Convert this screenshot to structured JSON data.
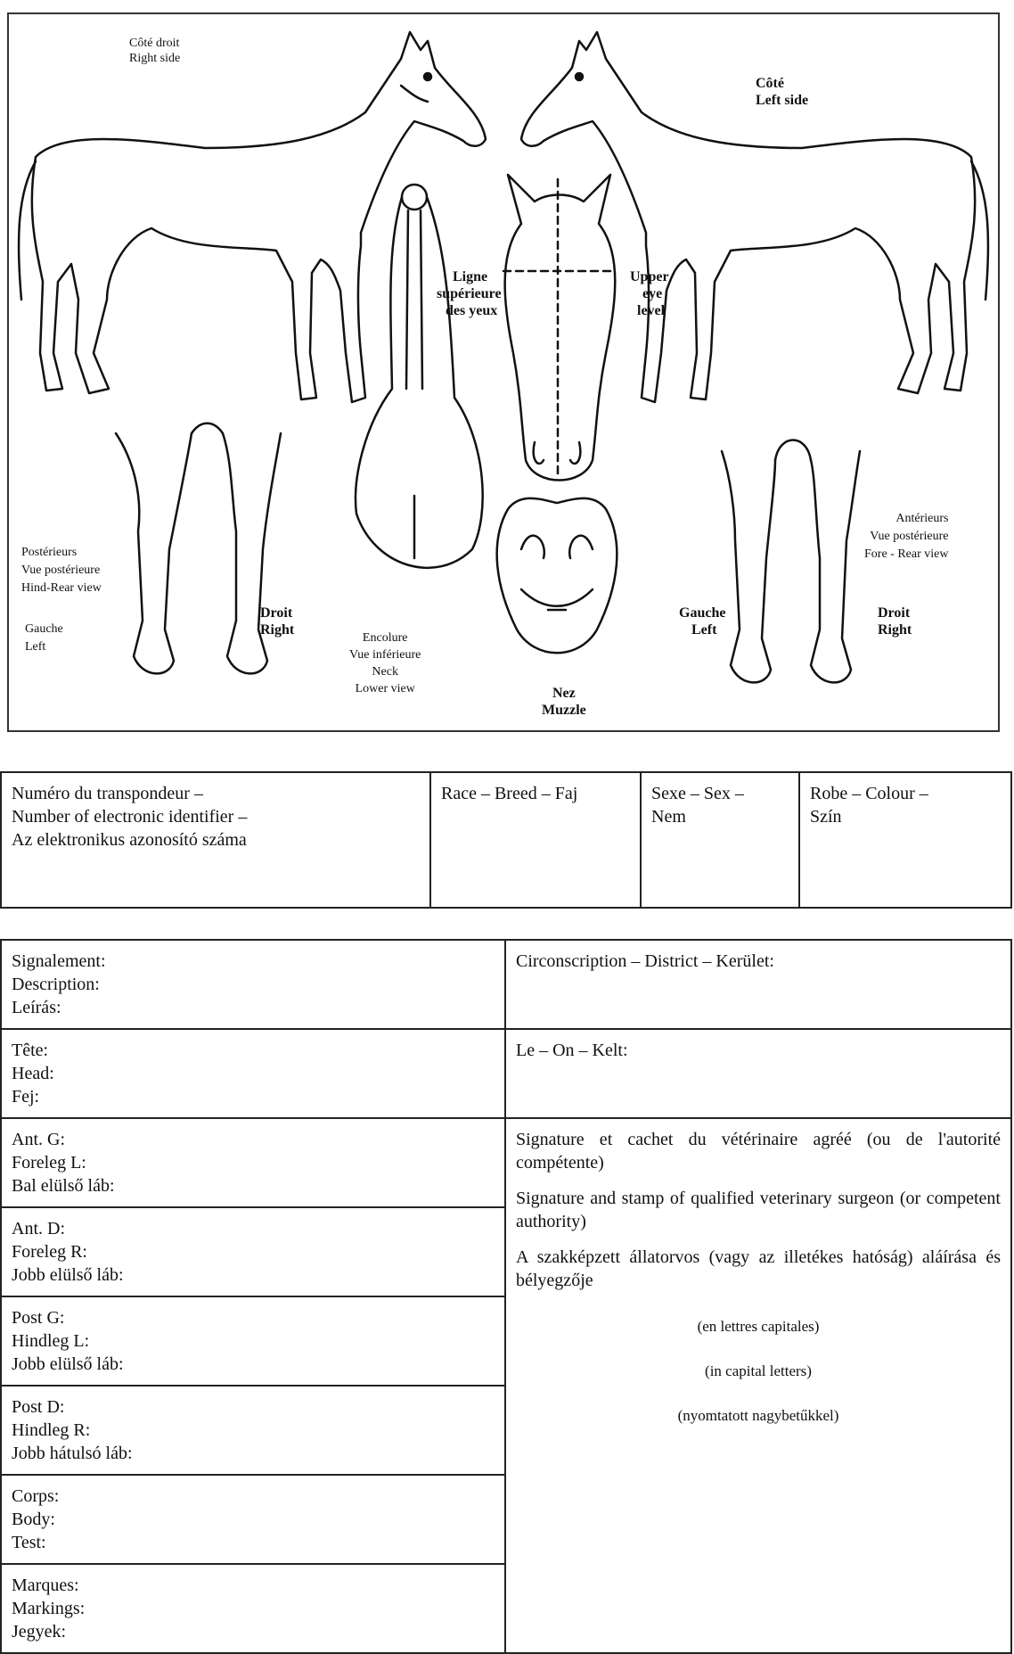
{
  "diagram": {
    "right_side": [
      "Côté droit",
      "Right side"
    ],
    "left_side": [
      "Côté",
      "Left side"
    ],
    "eye_line_fr": [
      "Ligne",
      "supérieure",
      "des yeux"
    ],
    "eye_line_en": [
      "Upper",
      "eye",
      "level"
    ],
    "hind_view": [
      "Postérieurs",
      "Vue postérieure",
      "Hind-Rear view"
    ],
    "hind_left": [
      "Gauche",
      "Left"
    ],
    "hind_right": [
      "Droit",
      "Right"
    ],
    "neck": [
      "Encolure",
      "Vue inférieure",
      "Neck",
      "Lower view"
    ],
    "muzzle": [
      "Nez",
      "Muzzle"
    ],
    "fore_view": [
      "Antérieurs",
      "Vue postérieure",
      "Fore - Rear view"
    ],
    "fore_left": [
      "Gauche",
      "Left"
    ],
    "fore_right": [
      "Droit",
      "Right"
    ]
  },
  "id_table": {
    "transponder": [
      "Numéro du transpondeur –",
      "Number of electronic identifier –",
      "Az elektronikus azonosító száma"
    ],
    "breed": "Race – Breed – Faj",
    "sex": [
      "Sexe – Sex –",
      "Nem"
    ],
    "colour": [
      "Robe – Colour –",
      "Szín"
    ]
  },
  "desc_table": {
    "rows": [
      [
        "Signalement:",
        "Description:",
        "Leírás:"
      ],
      [
        "Tête:",
        "Head:",
        "Fej:"
      ],
      [
        "Ant. G:",
        "Foreleg L:",
        "Bal elülső láb:"
      ],
      [
        "Ant. D:",
        "Foreleg R:",
        "Jobb elülső láb:"
      ],
      [
        "Post G:",
        "Hindleg L:",
        "Jobb elülső láb:"
      ],
      [
        "Post D:",
        "Hindleg R:",
        "Jobb hátulsó láb:"
      ],
      [
        "Corps:",
        "Body:",
        "Test:"
      ],
      [
        "Marques:",
        "Markings:",
        "Jegyek:"
      ]
    ],
    "district": "Circonscription – District – Kerület:",
    "date": "Le – On – Kelt:",
    "signature_fr": "Signature et cachet du vétérinaire agréé (ou de l'autorité compétente)",
    "signature_en": "Signature and stamp of qualified veterinary surgeon (or competent authority)",
    "signature_hu": "A szakképzett állatorvos (vagy az illetékes hatóság) aláírása és bélyegzője",
    "caps": [
      "(en lettres capitales)",
      "(in capital letters)",
      "(nyomtatott nagybetűkkel)"
    ]
  }
}
